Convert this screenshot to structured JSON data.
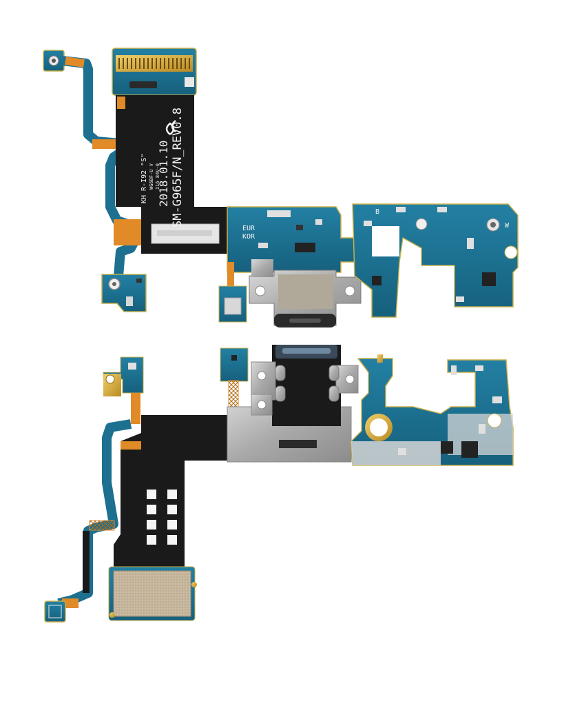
{
  "product": {
    "board_model_line": "SM-G965F/N_REV0.8",
    "board_date": "2018.01.10",
    "region_line_1": "EUR",
    "region_line_2": "KOR",
    "part_code_line": "KH R-I92 \"S\"",
    "pad_letter_b": "B",
    "pad_letter_w": "W"
  },
  "colors": {
    "pcb": "#1d7090",
    "pcb_edge": "#c8b04a",
    "flex_black": "#1a1a1a",
    "flex_orange": "#e08a28",
    "metal": "#b8b8b8",
    "gold": "#d4a93a"
  }
}
